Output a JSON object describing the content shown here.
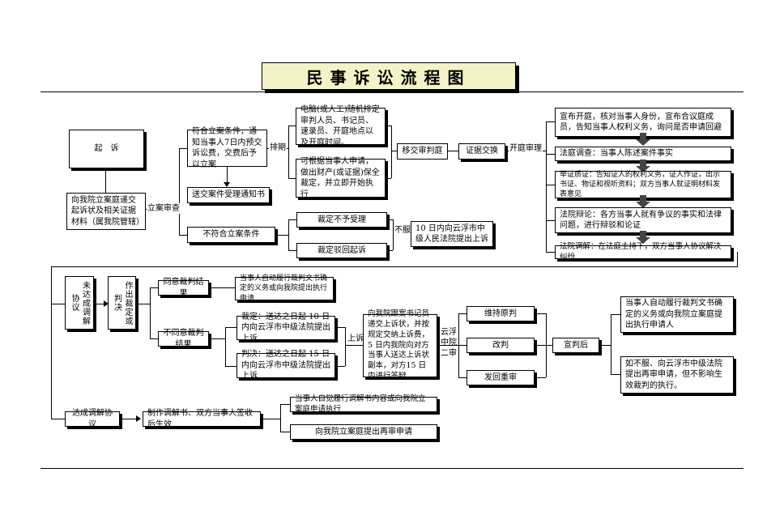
{
  "title": "民事诉讼流程图",
  "nodes": {
    "qisu": "起　诉",
    "submit": "向我院立案庭递交起诉状及相关证据材料（属我院管辖）",
    "lian_shencha": "立案审查",
    "fuhe": "符合立案条件，通知当事人7日内预交诉讼费，交费后予以立案",
    "songda_tongzhi": "送交案件受理通知书",
    "paiqi": "排期",
    "dian_nao": "电脑(或人工)随机排定审判人员、书记员、速录员、开庭地点以及开庭时间。",
    "baoquan": "可根据当事人申请，做出财产(或证据)保全裁定，并立即开始执行",
    "yijiao": "移交审判庭",
    "zhengju": "证据交换",
    "kaiting_shenli": "开庭审理",
    "xuanbu": "宣布开庭，核对当事人身份，宣布合议庭成员，告知当事人权利义务，询问是否申请回避",
    "fating_diaocha": "法庭调查：当事人陈述案件事实",
    "juzheng": "举证质证：告知证人的权利义务，证人作证，出示书证、物证和视听资料；双方当事人就证明材料发表意见",
    "bianlun": "法院辩论：各方当事人就有争议的事实和法律问题，进行辩驳和论证",
    "tiaojie": "法院调解：在法庭主持下，双方当事人协议解决纠纷",
    "bufuhe": "不符合立案条件",
    "bu_shouli": "裁定不予受理",
    "bohui": "裁定驳回起诉",
    "bufu": "不服",
    "shang_su_10": "10 日内向云浮市中级人民法院提出上诉",
    "weida": "未达成调解协议",
    "zuochu": "作出裁定或判决",
    "xuanpan_l": "宣判",
    "tongyi": "同意裁判结果",
    "zidong_1": "当事人自动履行裁判文书确定的义务或向我院提出执行申请",
    "butongyi": "不同意裁判结果",
    "caiding": "裁定：送达之日起 10 日内向云浮市中级法院提出上诉",
    "panjue": "判决：送达之日起 15 日内向云浮市中级法院提出上诉",
    "shangsu": "上诉",
    "genban": "向我院跟案书记员递交上诉状，并按规定交纳上诉费，5 日内我院向对方当事人送达上诉状副本，对方15 日内进行答辩",
    "ershen": "云浮中院二审",
    "weichi": "维持原判",
    "gaipan": "改判",
    "fahui": "发回重审",
    "xuanpanhou": "宣判后",
    "zidong_2": "当事人自动履行裁判文书确定的义务或向我院立案庭提出执行申请人",
    "zaishen_2": "如不服、向云浮市中级法院提出再审申请，但不影响生效裁判的执行。",
    "dacheng": "达成调解协议",
    "zhizuo": "制作调解书、双方当事人签收后生效",
    "zijue": "当事人自觉履行调解书内容或向我院立案庭申请执行",
    "zaishen_3": "向我院立案庭提出再审申请"
  }
}
